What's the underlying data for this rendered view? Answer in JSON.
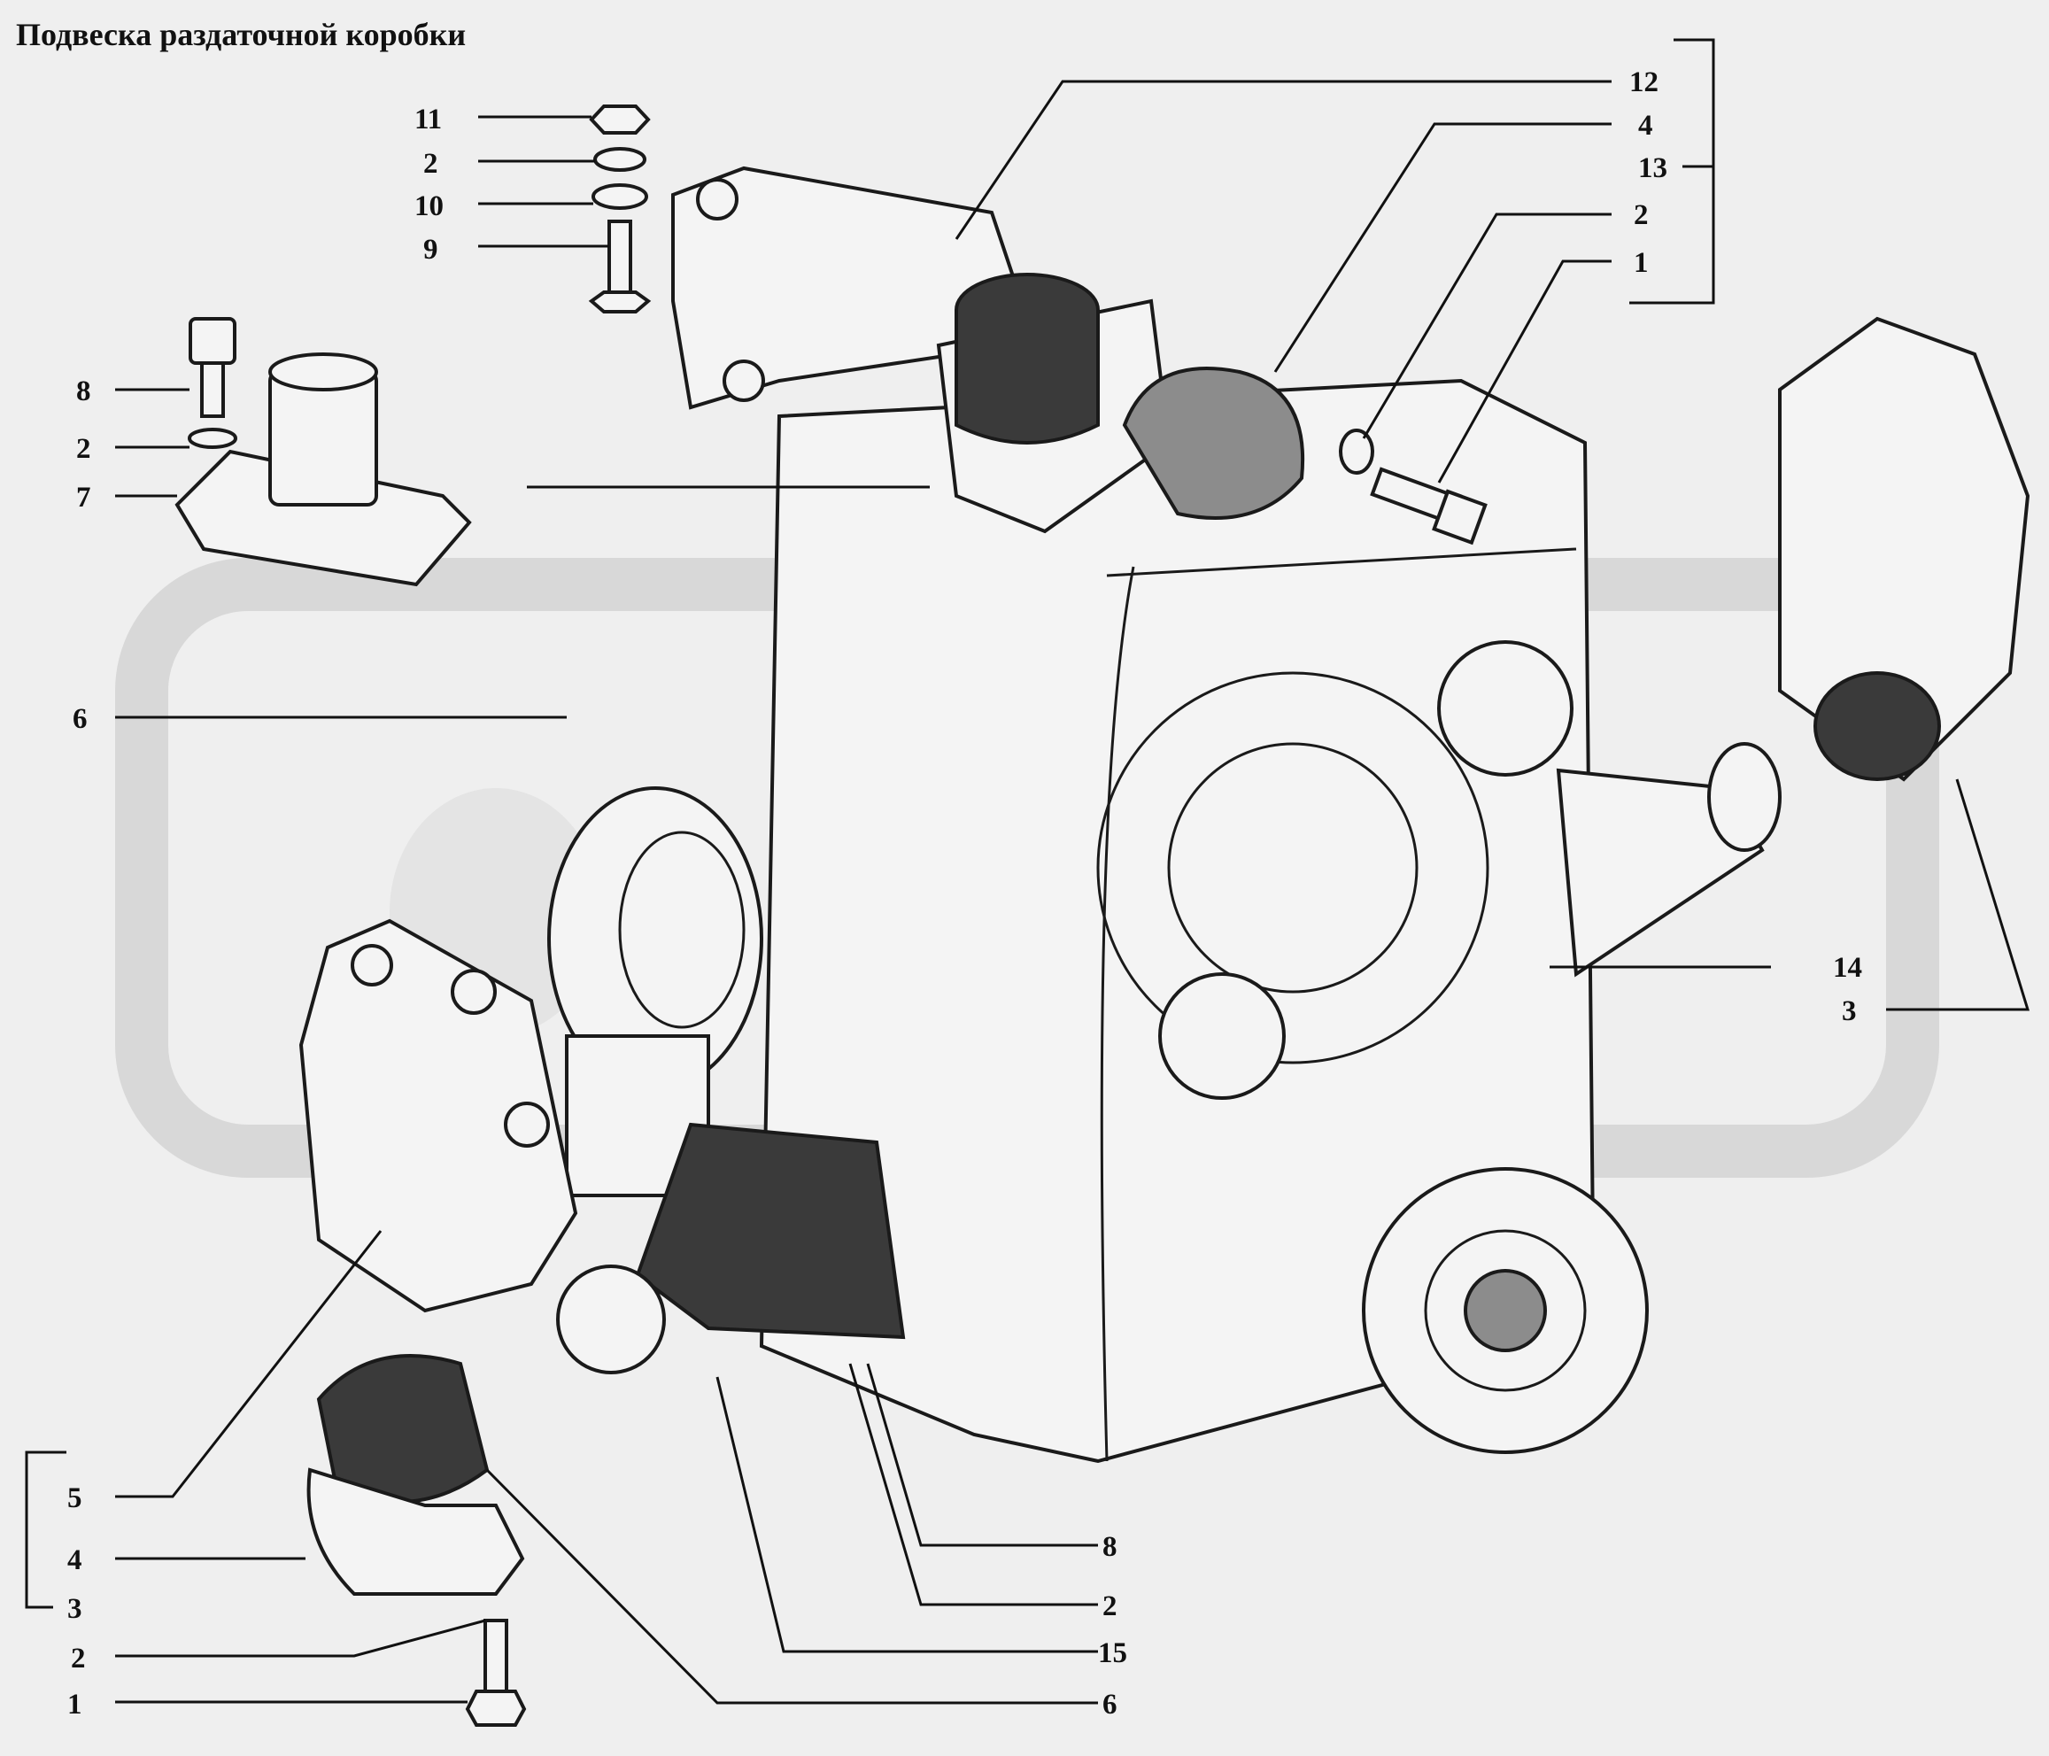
{
  "title": "Подвеска раздаточной коробки",
  "callouts": {
    "c11": "11",
    "c2a": "2",
    "c10": "10",
    "c9": "9",
    "c8a": "8",
    "c2b": "2",
    "c7": "7",
    "c6a": "6",
    "c12": "12",
    "c4a": "4",
    "c13": "13",
    "c2c": "2",
    "c1a": "1",
    "c14": "14",
    "c3a": "3",
    "c5": "5",
    "c4b": "4",
    "c3b": "3",
    "c2d": "2",
    "c1b": "1",
    "c8b": "8",
    "c2e": "2",
    "c15": "15",
    "c6b": "6"
  }
}
